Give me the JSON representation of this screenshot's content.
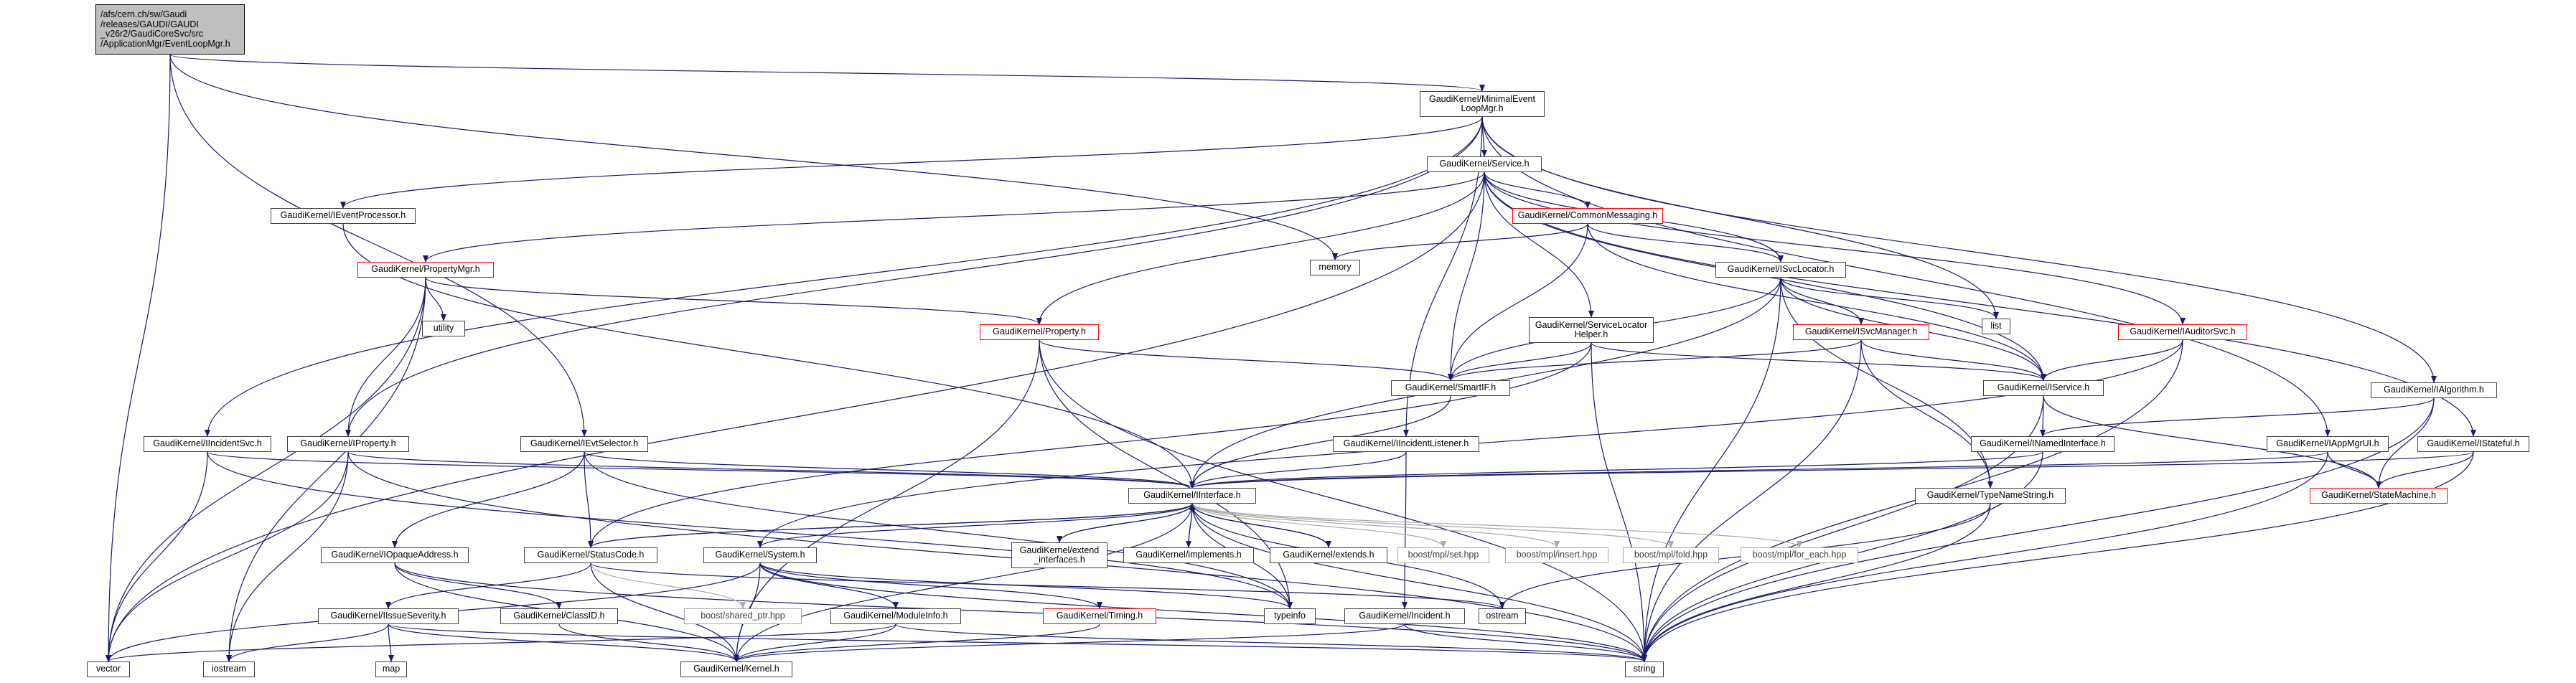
{
  "nodes": {
    "root": [
      "/afs/cern.ch/sw/Gaudi",
      "/releases/GAUDI/GAUDI",
      "_v26r2/GaudiCoreSvc/src",
      "/ApplicationMgr/EventLoopMgr.h"
    ],
    "minimal_event_loop_mgr": [
      "GaudiKernel/MinimalEvent",
      "LoopMgr.h"
    ],
    "service": "GaudiKernel/Service.h",
    "ievent_processor": "GaudiKernel/IEventProcessor.h",
    "common_messaging": "GaudiKernel/CommonMessaging.h",
    "memory": "memory",
    "property_mgr": "GaudiKernel/PropertyMgr.h",
    "isvc_locator": "GaudiKernel/ISvcLocator.h",
    "list": "list",
    "utility": "utility",
    "property": "GaudiKernel/Property.h",
    "service_locator_helper": [
      "GaudiKernel/ServiceLocator",
      "Helper.h"
    ],
    "isvc_manager": "GaudiKernel/ISvcManager.h",
    "iauditor_svc": "GaudiKernel/IAuditorSvc.h",
    "smart_if": "GaudiKernel/SmartIF.h",
    "iservice": "GaudiKernel/IService.h",
    "ialgorithm": "GaudiKernel/IAlgorithm.h",
    "iincident_svc": "GaudiKernel/IIncidentSvc.h",
    "iproperty": "GaudiKernel/IProperty.h",
    "ievt_selector": "GaudiKernel/IEvtSelector.h",
    "iincident_listener": "GaudiKernel/IIncidentListener.h",
    "inamed_interface": "GaudiKernel/INamedInterface.h",
    "iapp_mgr_ui": "GaudiKernel/IAppMgrUI.h",
    "istateful": "GaudiKernel/IStateful.h",
    "iinterface": "GaudiKernel/IInterface.h",
    "type_name_string": "GaudiKernel/TypeNameString.h",
    "state_machine": "GaudiKernel/StateMachine.h",
    "iopaque_address": "GaudiKernel/IOpaqueAddress.h",
    "status_code": "GaudiKernel/StatusCode.h",
    "system": "GaudiKernel/System.h",
    "extend_interfaces": [
      "GaudiKernel/extend",
      "_interfaces.h"
    ],
    "implements": "GaudiKernel/implements.h",
    "extends": "GaudiKernel/extends.h",
    "boost_mpl_set": "boost/mpl/set.hpp",
    "boost_mpl_insert": "boost/mpl/insert.hpp",
    "boost_mpl_fold": "boost/mpl/fold.hpp",
    "boost_mpl_for_each": "boost/mpl/for_each.hpp",
    "iissue_severity": "GaudiKernel/IIssueSeverity.h",
    "class_id": "GaudiKernel/ClassID.h",
    "boost_shared_ptr": "boost/shared_ptr.hpp",
    "module_info": "GaudiKernel/ModuleInfo.h",
    "timing": "GaudiKernel/Timing.h",
    "typeinfo": "typeinfo",
    "incident": "GaudiKernel/Incident.h",
    "ostream": "ostream",
    "vector": "vector",
    "map": "map",
    "iostream": "iostream",
    "kernel": "GaudiKernel/Kernel.h",
    "string": "string"
  },
  "colors": {
    "edge_dark": "#191970",
    "edge_light": "#a9a9a9",
    "node_border": "#404040",
    "node_border_red": "#ff0000",
    "root_fill": "#bfbfbf"
  }
}
